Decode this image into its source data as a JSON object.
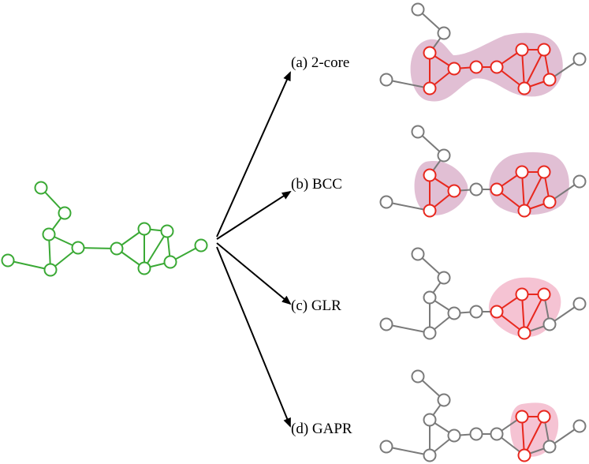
{
  "labels": {
    "a": "(a) 2-core",
    "b": "(b) BCC",
    "c": "(c) GLR",
    "d": "(d) GAPR"
  },
  "colors": {
    "source_graph": "#3aa935",
    "highlight": "#e8281e",
    "inactive": "#7a7a7a",
    "blob_purple": "#dcb4cc",
    "blob_pink": "#f3b8cb",
    "arrow": "#000000"
  },
  "graph": {
    "nodes": [
      "n1",
      "n2",
      "n3",
      "n4",
      "n5",
      "n6",
      "n7",
      "n8",
      "n9",
      "n10",
      "n11",
      "n12",
      "n13"
    ],
    "edges": [
      [
        "n1",
        "n2"
      ],
      [
        "n2",
        "n3"
      ],
      [
        "n3",
        "n4"
      ],
      [
        "n3",
        "n5"
      ],
      [
        "n4",
        "n5"
      ],
      [
        "n4",
        "n6"
      ],
      [
        "n5",
        "n6"
      ],
      [
        "n6",
        "n7"
      ],
      [
        "n7",
        "n8"
      ],
      [
        "n7",
        "n9"
      ],
      [
        "n8",
        "n9"
      ],
      [
        "n8",
        "n10"
      ],
      [
        "n9",
        "n10"
      ],
      [
        "n8",
        "n11"
      ],
      [
        "n10",
        "n11"
      ],
      [
        "n9",
        "n12"
      ],
      [
        "n12",
        "n13"
      ]
    ]
  },
  "panels": [
    {
      "id": "a",
      "method": "2-core",
      "highlight_nodes": [
        "n3",
        "n4",
        "n5",
        "n6",
        "n7",
        "n8",
        "n9",
        "n10",
        "n11",
        "n12"
      ],
      "blob_color": "blob_purple"
    },
    {
      "id": "b",
      "method": "BCC",
      "highlight_nodes": [
        "n3",
        "n4",
        "n5",
        "n7",
        "n8",
        "n9",
        "n10",
        "n11"
      ],
      "blob_color": "blob_purple"
    },
    {
      "id": "c",
      "method": "GLR",
      "highlight_nodes": [
        "n7",
        "n8",
        "n9",
        "n10"
      ],
      "blob_color": "blob_pink"
    },
    {
      "id": "d",
      "method": "GAPR",
      "highlight_nodes": [
        "n8",
        "n9",
        "n10"
      ],
      "blob_color": "blob_pink"
    }
  ]
}
